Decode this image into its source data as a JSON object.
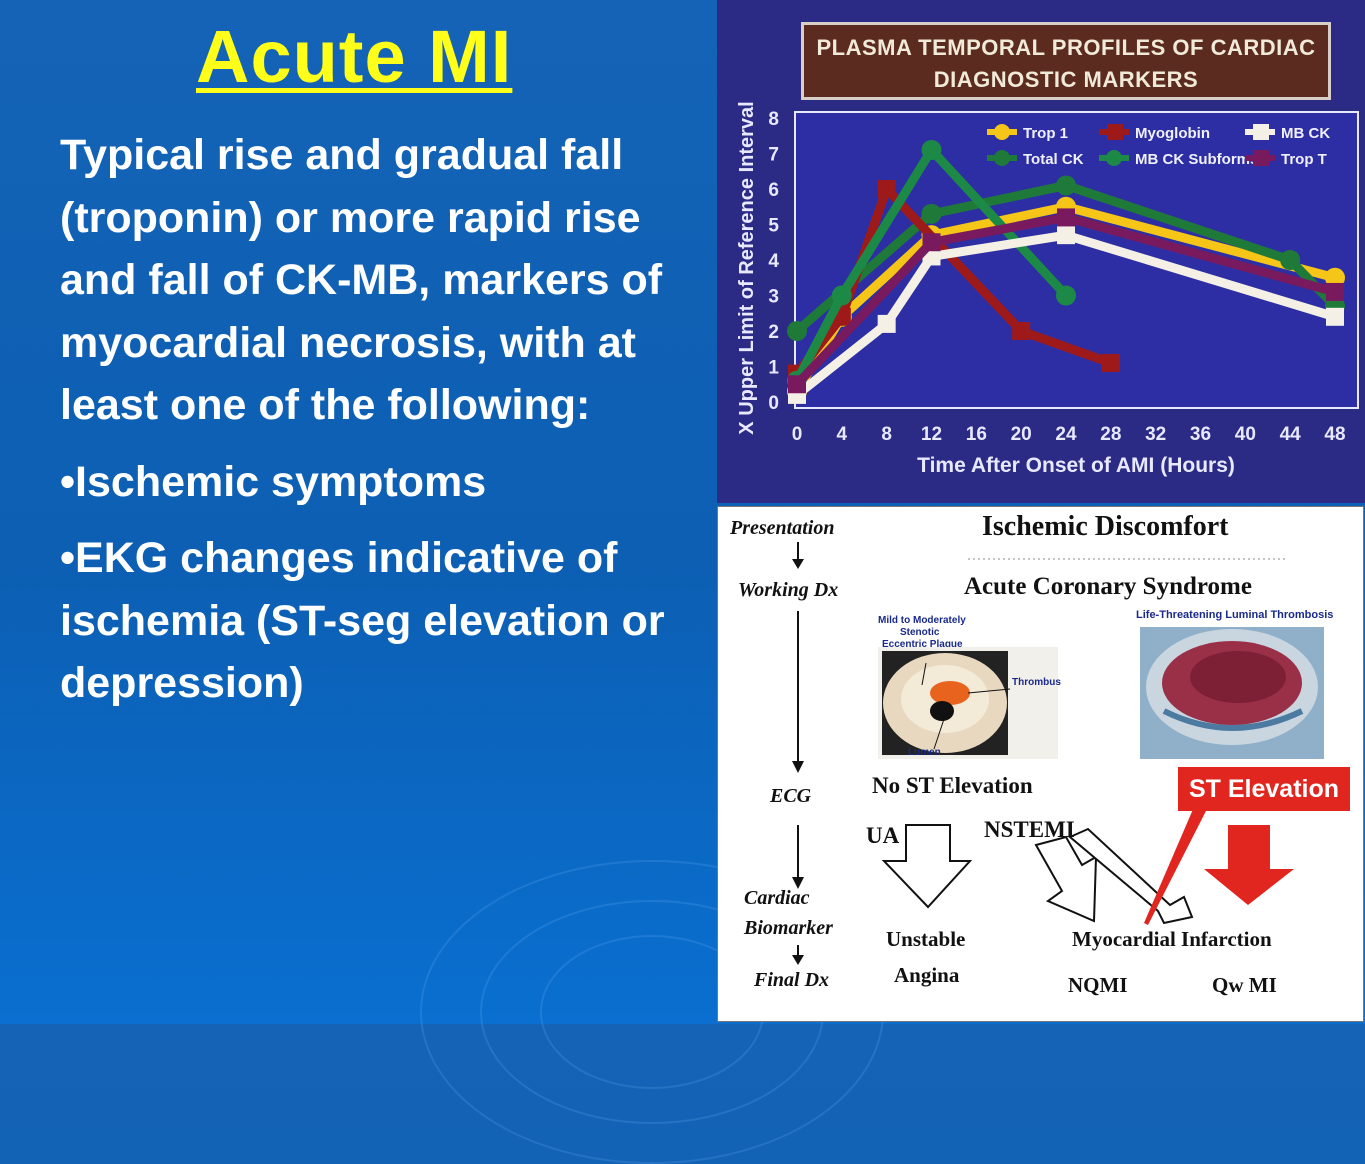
{
  "slide": {
    "title": "Acute MI",
    "paragraph": "Typical rise and gradual fall (troponin) or more rapid rise and fall of CK-MB, markers of myocardial necrosis, with at least one of the following:",
    "bullets": [
      "•Ischemic symptoms",
      "•EKG changes indicative of ischemia (ST-seg elevation or depression)"
    ]
  },
  "chart_data": {
    "type": "line",
    "title": "PLASMA TEMPORAL PROFILES OF CARDIAC DIAGNOSTIC MARKERS",
    "xlabel": "Time After Onset of AMI (Hours)",
    "ylabel": "X Upper Limit of Reference Interval",
    "xlim": [
      0,
      48
    ],
    "ylim": [
      0,
      8
    ],
    "x_ticks": [
      "0",
      "4",
      "8",
      "12",
      "16",
      "20",
      "24",
      "28",
      "32",
      "36",
      "40",
      "44",
      "48"
    ],
    "y_ticks": [
      "0",
      "1",
      "2",
      "3",
      "4",
      "5",
      "6",
      "7",
      "8"
    ],
    "legend_position": "top-right",
    "series": [
      {
        "name": "Trop 1",
        "color": "#f5c518",
        "marker": "circle",
        "points": [
          [
            0,
            0.3
          ],
          [
            4,
            2.4
          ],
          [
            12,
            4.7
          ],
          [
            24,
            5.5
          ],
          [
            48,
            3.5
          ]
        ]
      },
      {
        "name": "Total CK",
        "color": "#1f7a3a",
        "marker": "circle",
        "points": [
          [
            0,
            2.0
          ],
          [
            12,
            5.3
          ],
          [
            24,
            6.1
          ],
          [
            44,
            4.0
          ],
          [
            48,
            2.7
          ]
        ]
      },
      {
        "name": "Myoglobin",
        "color": "#9e1a1a",
        "marker": "square",
        "points": [
          [
            0,
            0.8
          ],
          [
            4,
            2.4
          ],
          [
            8,
            6.0
          ],
          [
            20,
            2.0
          ],
          [
            28,
            1.1
          ]
        ]
      },
      {
        "name": "MB CK Subforms",
        "color": "#1c8a46",
        "marker": "circle",
        "points": [
          [
            0,
            0.6
          ],
          [
            4,
            3.0
          ],
          [
            12,
            7.1
          ],
          [
            24,
            3.0
          ]
        ]
      },
      {
        "name": "MB CK",
        "color": "#f4f0e6",
        "marker": "square",
        "points": [
          [
            0,
            0.2
          ],
          [
            8,
            2.2
          ],
          [
            12,
            4.1
          ],
          [
            24,
            4.7
          ],
          [
            48,
            2.4
          ]
        ]
      },
      {
        "name": "Trop T",
        "color": "#7a1a5e",
        "marker": "square",
        "points": [
          [
            0,
            0.5
          ],
          [
            12,
            4.5
          ],
          [
            24,
            5.2
          ],
          [
            48,
            3.1
          ]
        ]
      }
    ]
  },
  "diagram": {
    "stages": [
      "Presentation",
      "Working Dx",
      "ECG",
      "Cardiac",
      "Biomarker",
      "Final Dx"
    ],
    "heading": "Ischemic Discomfort",
    "subheading": "Acute Coronary Syndrome",
    "plaque_caption_lines": [
      "Mild to Moderately",
      "Stenotic",
      "Eccentric Plaque"
    ],
    "thrombus_label": "Thrombus",
    "lumen_label": "Lumen",
    "thrombosis_caption": "Life-Threatening Luminal Thrombosis",
    "no_st": "No ST Elevation",
    "st": "ST Elevation",
    "ua": "UA",
    "nstemi": "NSTEMI",
    "unstable": "Unstable",
    "angina": "Angina",
    "mi": "Myocardial Infarction",
    "nqmi": "NQMI",
    "qwmi": "Qw MI",
    "colors": {
      "st_red": "#e0261f"
    }
  }
}
